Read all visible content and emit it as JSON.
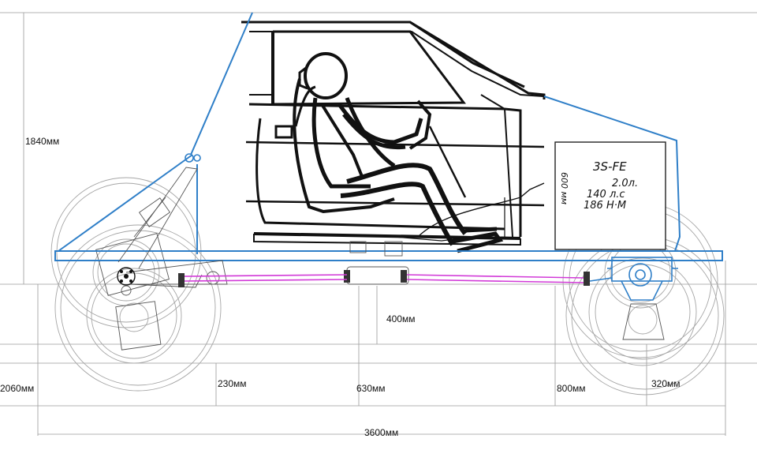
{
  "dimensions": {
    "height_total": "1840мм",
    "width_left": "2060мм",
    "wheelbase_total": "3600мм",
    "ground_clearance": "400мм",
    "d1": "230мм",
    "d2": "630мм",
    "d3": "800мм",
    "d4": "320мм"
  },
  "engine": {
    "line1": "3S-FE",
    "line2": "2.0л.",
    "line3": "140 л.с",
    "line4": "186 Н·М"
  },
  "note": "600 мм",
  "colors": {
    "frame": "#2f7fc8",
    "tie_rod": "#d23ad8",
    "guides": "#9a9a9a",
    "ink": "#111111"
  }
}
